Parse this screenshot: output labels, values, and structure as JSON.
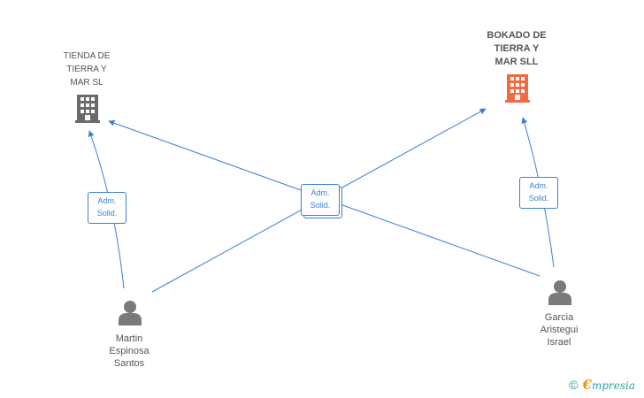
{
  "companies": [
    {
      "id": "tienda",
      "name": [
        "TIENDA DE",
        "TIERRA Y",
        "MAR SL"
      ],
      "icon": "building-icon",
      "color": "#6b6b6b"
    },
    {
      "id": "bokado",
      "name": [
        "BOKADO DE",
        "TIERRA Y",
        "MAR SLL"
      ],
      "icon": "building-icon",
      "color": "#f26a3f"
    }
  ],
  "people": [
    {
      "id": "martin",
      "name": [
        "Martin",
        "Espinosa",
        "Santos"
      ],
      "icon": "person-icon",
      "color": "#7a7a7a"
    },
    {
      "id": "garcia",
      "name": [
        "Garcia",
        "Aristegui",
        "Israel"
      ],
      "icon": "person-icon",
      "color": "#7a7a7a"
    }
  ],
  "roles": [
    {
      "id": "martin-tienda",
      "line1": "Adm.",
      "line2": "Solid."
    },
    {
      "id": "center",
      "line1": "Adm.",
      "line2": "Solid."
    },
    {
      "id": "garcia-bokado",
      "line1": "Adm.",
      "line2": "Solid."
    }
  ],
  "footer": {
    "copyright_symbol": "©",
    "brand_initial": "€",
    "brand_rest": "mpresia"
  },
  "colors": {
    "edge": "#3a7fd5"
  }
}
